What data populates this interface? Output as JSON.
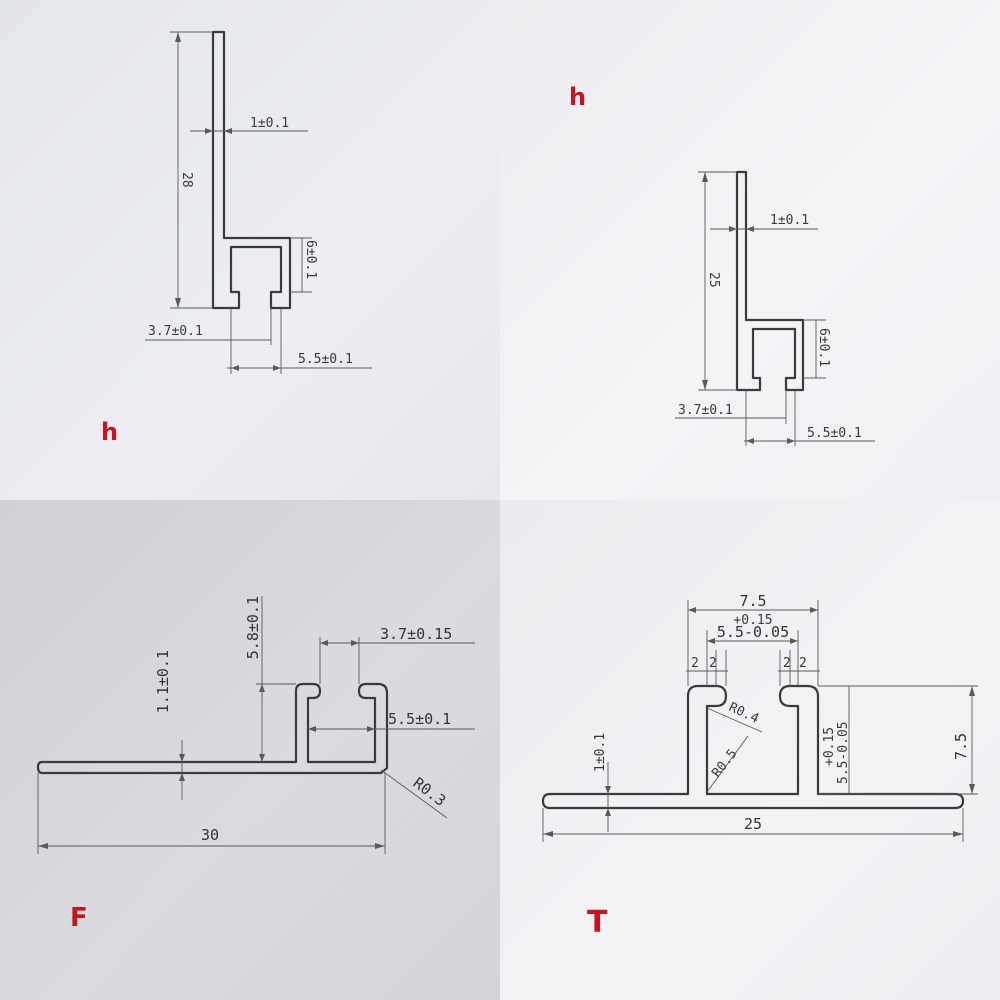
{
  "panels": {
    "tl": {
      "label": "h",
      "height_dim": "28",
      "thickness_dim": "1±0.1",
      "slot_depth_dim": "6±0.1",
      "opening_dim": "3.7±0.1",
      "width_dim": "5.5±0.1"
    },
    "tr": {
      "label": "h",
      "height_dim": "25",
      "thickness_dim": "1±0.1",
      "slot_depth_dim": "6±0.1",
      "opening_dim": "3.7±0.1",
      "width_dim": "5.5±0.1"
    },
    "bl": {
      "label": "F",
      "thickness_dim": "1.1±0.1",
      "slot_height_dim": "5.8±0.1",
      "opening_dim": "3.7±0.15",
      "inner_width_dim": "5.5±0.1",
      "radius_dim": "R0.3",
      "length_dim": "30"
    },
    "br": {
      "label": "T",
      "top_width_dim": "7.5",
      "tol_upper": "+0.15",
      "inner_width_dim": "5.5-0.05",
      "lip_left_a": "2",
      "lip_left_b": "2",
      "lip_right_a": "2",
      "lip_right_b": "2",
      "radius_a_dim": "R0.4",
      "radius_b_dim": "R0.5",
      "thickness_dim": "1±0.1",
      "right_tol_upper": "+0.15",
      "right_inner_dim": "5.5-0.05",
      "right_height_dim": "7.5",
      "length_dim": "25"
    }
  }
}
